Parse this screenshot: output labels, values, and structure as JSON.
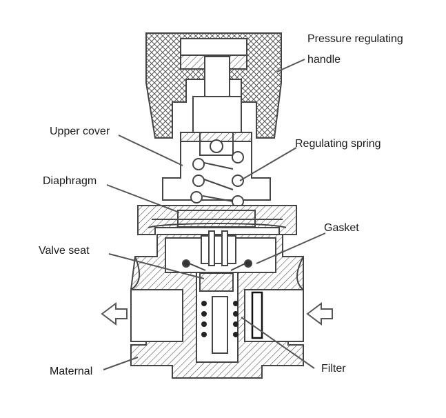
{
  "labels": {
    "handle_line1": "Pressure regulating",
    "handle_line2": "handle",
    "upper_cover": "Upper cover",
    "regulating_spring": "Regulating spring",
    "diaphragm": "Diaphragm",
    "gasket": "Gasket",
    "valve_seat": "Valve seat",
    "maternal": "Maternal",
    "filter": "Filter"
  },
  "flow_arrows": [
    "outlet-arrow-left",
    "inlet-arrow-left"
  ],
  "colors": {
    "line": "#444444",
    "hatch": "#666666",
    "background": "#ffffff"
  }
}
